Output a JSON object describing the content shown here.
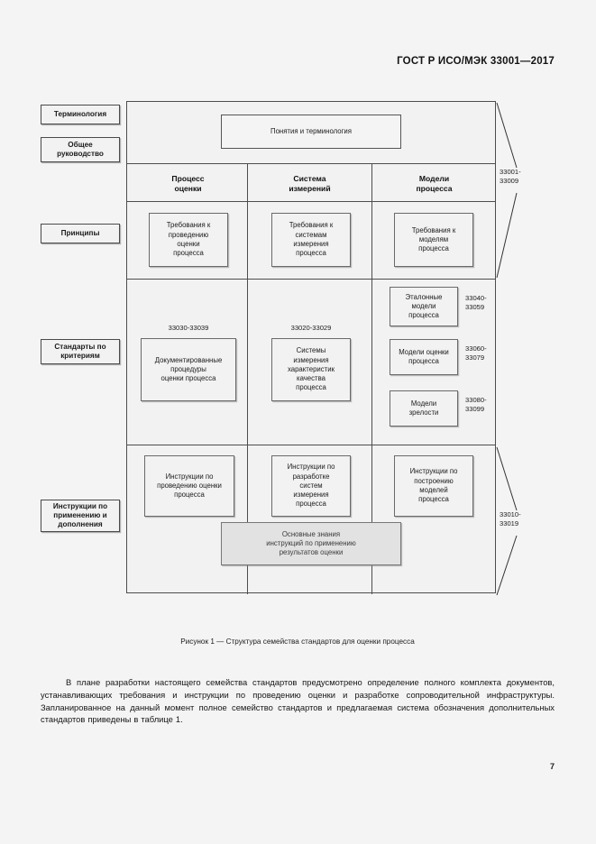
{
  "header": {
    "standard_title": "ГОСТ Р ИСО/МЭК 33001—2017"
  },
  "figure": {
    "side_labels": [
      {
        "id": "terminology",
        "text": "Терминология"
      },
      {
        "id": "general-guidance",
        "text": "Общее\nруководство"
      },
      {
        "id": "principles",
        "text": "Принципы"
      },
      {
        "id": "criteria-standards",
        "text": "Стандарты по\nкритериям"
      },
      {
        "id": "application-instructions",
        "text": "Инструкции по\nприменению и\nдополнения"
      }
    ],
    "top_box": "Понятия и терминология",
    "columns": [
      {
        "id": "assessment-process",
        "title": "Процесс\nоценки"
      },
      {
        "id": "measurement-system",
        "title": "Система\nизмерений"
      },
      {
        "id": "process-models",
        "title": "Модели\nпроцесса"
      }
    ],
    "requirements_row": [
      "Требования к\nпроведению\nоценки\nпроцесса",
      "Требования к\nсистемам\nизмерения\nпроцесса",
      "Требования к\nмоделям\nпроцесса"
    ],
    "criteria_row": {
      "col1_range": "33030-33039",
      "col1_box": "Документированные\nпроцедуры\nоценки процесса",
      "col2_range": "33020-33029",
      "col2_box": "Системы\nизмерения\nхарактеристик\nкачества\nпроцесса",
      "col3_items": [
        {
          "box": "Эталонные\nмодели\nпроцесса",
          "range": "33040-\n33059"
        },
        {
          "box": "Модели оценки\nпроцесса",
          "range": "33060-\n33079"
        },
        {
          "box": "Модели\nзрелости",
          "range": "33080-\n33099"
        }
      ]
    },
    "instructions_row": [
      "Инструкции по\nпроведению оценки\nпроцесса",
      "Инструкции по\nразработке\nсистем\nизмерения\nпроцесса",
      "Инструкции по\nпостроению\nмоделей\nпроцесса"
    ],
    "bottom_box": "Основные знания\nинструкций по применению\nрезультатов оценки",
    "brace_top_range": "33001-\n33009",
    "brace_bottom_range": "33010-\n33019"
  },
  "caption": "Рисунок 1 — Структура семейства стандартов для оценки процесса",
  "body_paragraph": "В плане разработки настоящего семейства стандартов предусмотрено определение полного комплекта документов, устанавливающих требования и инструкции по проведению оценки и разработке сопроводительной инфраструктуры. Запланированное на данный момент полное семейство стандартов и предлагаемая система обозначения дополнительных стандартов приведены в таблице 1.",
  "page_number": "7",
  "colors": {
    "page_background": "#f4f4f4",
    "line": "#4d4d4d",
    "node_fill": "#f2f2f2",
    "shaded_fill": "#e2e2e2",
    "text": "#1b1b1b"
  }
}
